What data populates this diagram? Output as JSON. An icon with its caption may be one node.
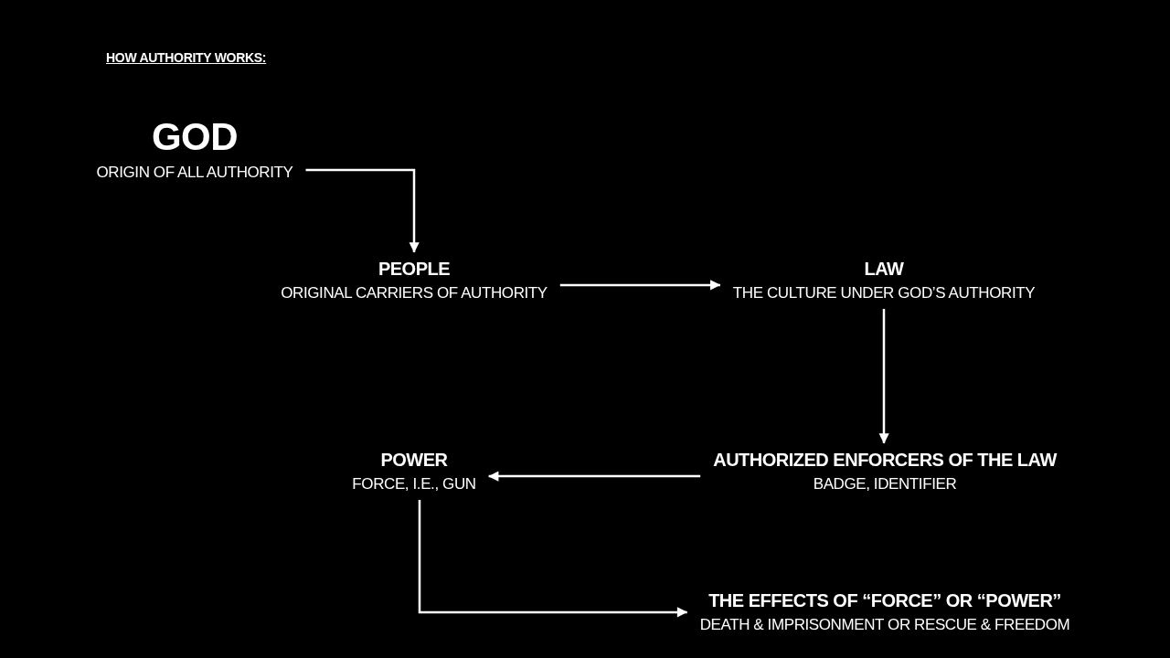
{
  "diagram": {
    "title": "HOW AUTHORITY WORKS:",
    "nodes": [
      {
        "text": [
          "GOD",
          "ORIGIN OF ALL AUTHORITY"
        ]
      },
      {
        "text": [
          "PEOPLE",
          "ORIGINAL CARRIERS OF AUTHORITY"
        ]
      },
      {
        "text": [
          "LAW",
          "THE CULTURE UNDER GOD’S AUTHORITY"
        ]
      },
      {
        "text": [
          "AUTHORIZED ENFORCERS OF THE LAW",
          "BADGE, IDENTIFIER"
        ]
      },
      {
        "text": [
          "POWER",
          "FORCE, I.E., GUN"
        ]
      },
      {
        "text": [
          "THE EFFECTS OF “FORCE” OR “POWER”",
          "DEATH & IMPRISONMENT OR RESCUE & FREEDOM"
        ]
      }
    ],
    "edges": [
      {
        "from": 0,
        "to": 1,
        "arrow": "to"
      },
      {
        "from": 1,
        "to": 2,
        "arrow": "to"
      },
      {
        "from": 2,
        "to": 3,
        "arrow": "to"
      },
      {
        "from": 3,
        "to": 4,
        "arrow": "to"
      },
      {
        "from": 4,
        "to": 5,
        "arrow": "to"
      }
    ]
  }
}
